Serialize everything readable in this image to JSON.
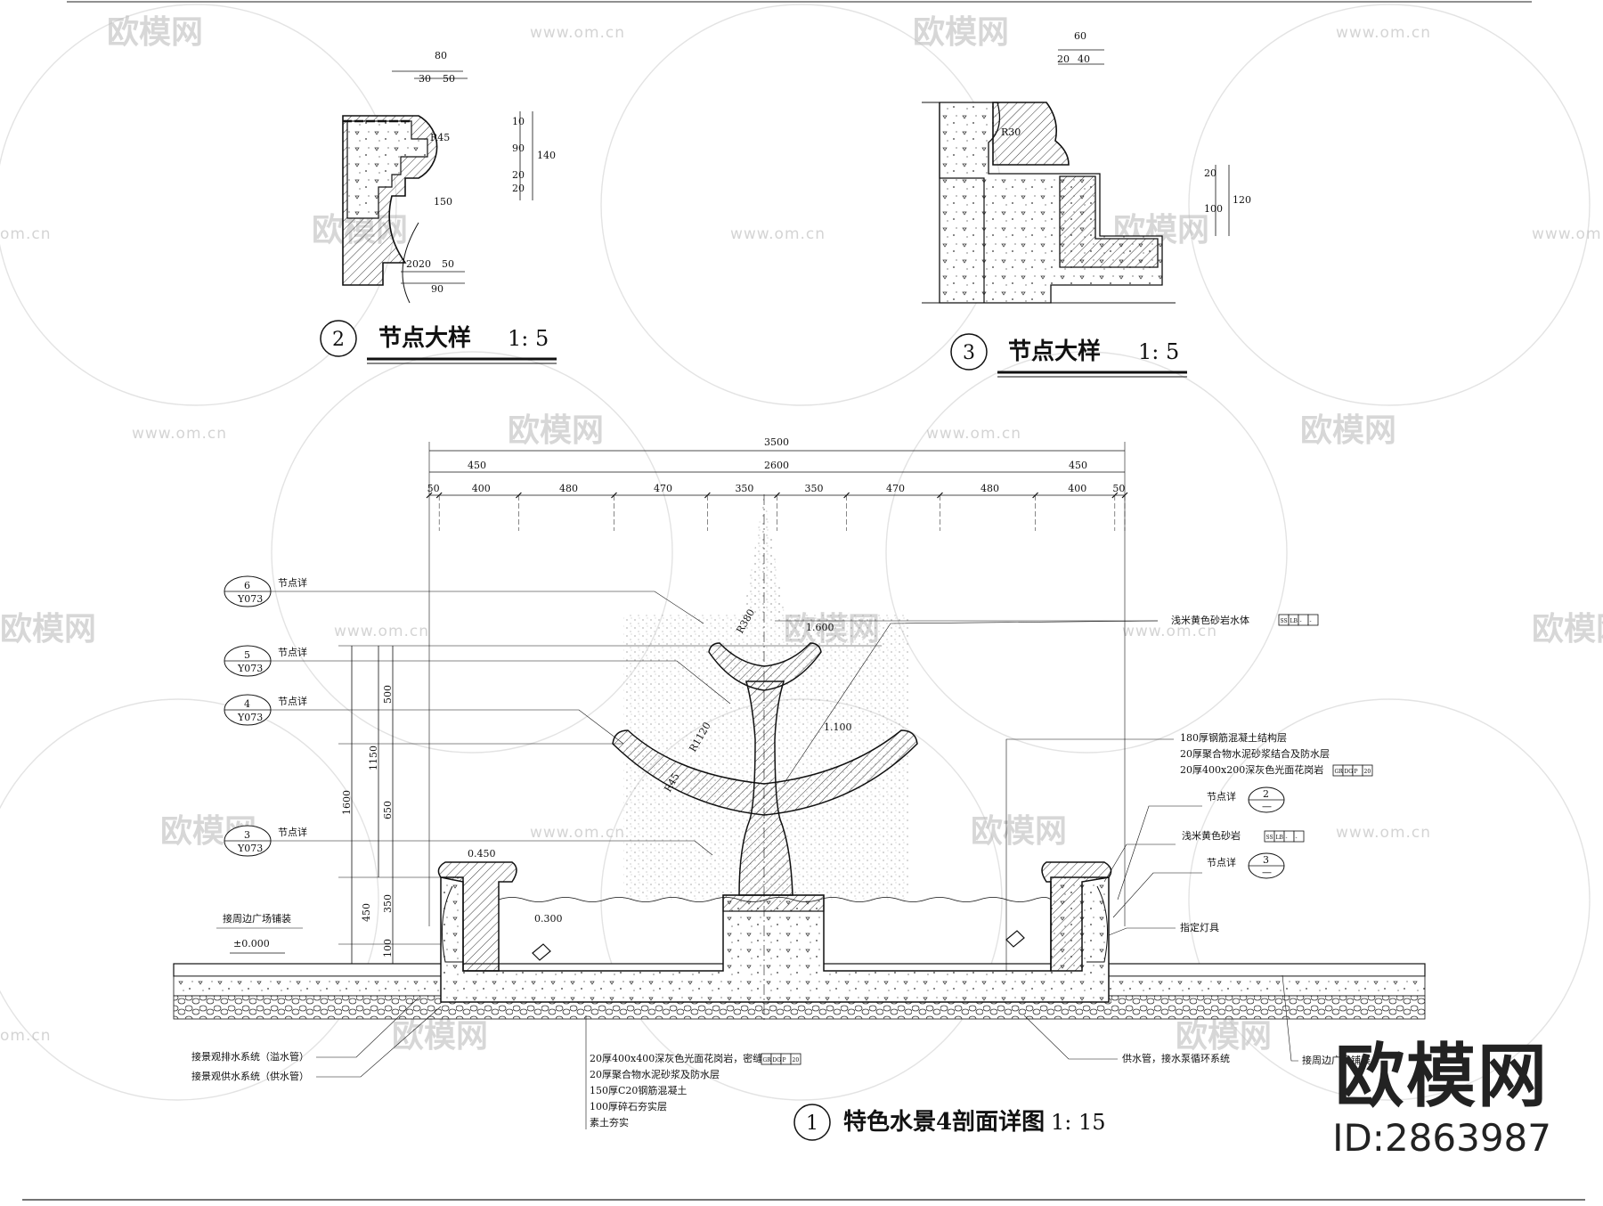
{
  "watermark": {
    "brand": "欧模网",
    "url": "www.om.cn",
    "url_short": "om.cn"
  },
  "detail2": {
    "number": "2",
    "title": "节点大样",
    "scale": "1: 5",
    "dims": {
      "top_total": "80",
      "top_a": "30",
      "top_b": "50",
      "right_a": "10",
      "right_b": "90",
      "right_c": "20",
      "right_d": "20",
      "right_total": "140",
      "radius": "R45",
      "r150": "150",
      "bot_a": "20",
      "bot_b": "20",
      "bot_c": "50",
      "bot_total": "90"
    }
  },
  "detail3": {
    "number": "3",
    "title": "节点大样",
    "scale": "1: 5",
    "dims": {
      "top_total": "60",
      "top_a": "20",
      "top_b": "40",
      "radius": "R30",
      "right_a": "20",
      "right_b": "100",
      "right_total": "120"
    }
  },
  "section1": {
    "number": "1",
    "title": "特色水景4剖面详图",
    "scale": "1: 15",
    "dims": {
      "overall": "3500",
      "side_l": "450",
      "middle": "2600",
      "side_r": "450",
      "row": [
        "50",
        "400",
        "480",
        "470",
        "350",
        "350",
        "470",
        "480",
        "400",
        "50"
      ],
      "h1600": "1600",
      "h1150": "1150",
      "h500": "500",
      "h650": "650",
      "h450": "450",
      "h350": "350",
      "h100": "100",
      "r380": "R380",
      "r1120": "R1120",
      "r545": "R45"
    },
    "levels": {
      "top": "1.600",
      "mid": "1.100",
      "rim": "0.450",
      "water": "0.300",
      "ground": "±0.000"
    },
    "callouts": {
      "detail6": {
        "num": "6",
        "sheet": "Y073",
        "label": "节点详"
      },
      "detail5": {
        "num": "5",
        "sheet": "Y073",
        "label": "节点详"
      },
      "detail4": {
        "num": "4",
        "sheet": "Y073",
        "label": "节点详"
      },
      "detail3l": {
        "num": "3",
        "sheet": "Y073",
        "label": "节点详"
      },
      "detail2r": {
        "num": "2",
        "sheet": "—",
        "label": "节点详"
      },
      "detail3r": {
        "num": "3",
        "sheet": "—",
        "label": "节点详"
      }
    },
    "notes": {
      "sandstone_body": "浅米黄色砂岩水体",
      "layer1": "180厚钢筋混凝土结构层",
      "layer2": "20厚聚合物水泥砂浆结合及防水层",
      "layer3": "20厚400x200深灰色光面花岗岩",
      "sandstone": "浅米黄色砂岩",
      "lamp": "指定灯具",
      "paving_l": "接周边广场铺装",
      "paving_r": "接周边广场铺装",
      "drain": "接景观排水系统（溢水管）",
      "supply": "接景观供水系统（供水管）",
      "pump": "供水管，接水泵循环系统",
      "base1": "20厚400x400深灰色光面花岗岩，密缝",
      "base2": "20厚聚合物水泥砂浆及防水层",
      "base3": "150厚C20钢筋混凝土",
      "base4": "100厚碎石夯实层",
      "base5": "素土夯实"
    },
    "tags": {
      "ss_lb": [
        "SS",
        "LB",
        "-",
        "-"
      ],
      "gr_dg": [
        "GR",
        "DG",
        "P",
        "20"
      ],
      "ss_lb2": [
        "SS",
        "LB",
        "-",
        "-"
      ],
      "gr_dg2": [
        "GR",
        "DG",
        "P",
        "20"
      ]
    }
  },
  "brand_box": {
    "logo": "欧模网",
    "id": "ID:2863987"
  }
}
